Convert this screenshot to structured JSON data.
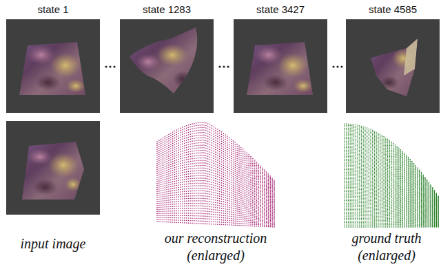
{
  "diagram": {
    "nodes": [
      {
        "text": [
          "state 1"
        ]
      },
      {
        "text": [
          "state 1283"
        ]
      },
      {
        "text": [
          "state 3427"
        ]
      },
      {
        "text": [
          "state 4585"
        ]
      },
      {
        "text": [
          "input image"
        ]
      },
      {
        "text": [
          "our reconstruction (enlarged)"
        ]
      },
      {
        "text": [
          "ground truth (enlarged)"
        ]
      }
    ]
  }
}
